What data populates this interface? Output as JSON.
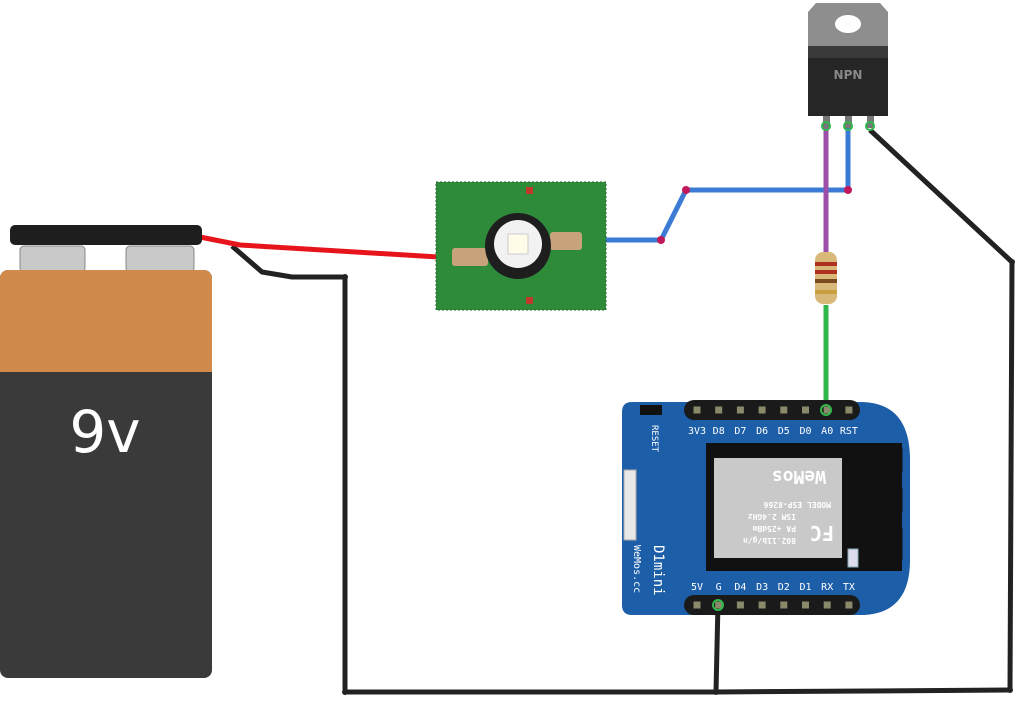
{
  "battery": {
    "label": "9v",
    "top_color": "#cf8a4c",
    "body_color": "#3a3a3a"
  },
  "transistor": {
    "label": "NPN"
  },
  "board": {
    "name": "D1mini",
    "brand": "WeMos.cc",
    "reset_label": "RESET",
    "top_pins": [
      "3V3",
      "D8",
      "D7",
      "D6",
      "D5",
      "D0",
      "A0",
      "RST"
    ],
    "bottom_pins": [
      "5V",
      "G",
      "D4",
      "D3",
      "D2",
      "D1",
      "RX",
      "TX"
    ],
    "module": {
      "model": "MODEL  ESP-8266",
      "ism": "ISM 2.4GHz",
      "pa": "PA +25dBm",
      "wifi": "802.11b/g/n",
      "fcc": "FC",
      "logo": "WeMos"
    },
    "color": "#1d5ea8"
  },
  "wires": {
    "power": "#e8141b",
    "ground": "#222222",
    "signal": "#3b7bd4",
    "base": "#9b4fa8",
    "adc": "#2fb84a"
  }
}
